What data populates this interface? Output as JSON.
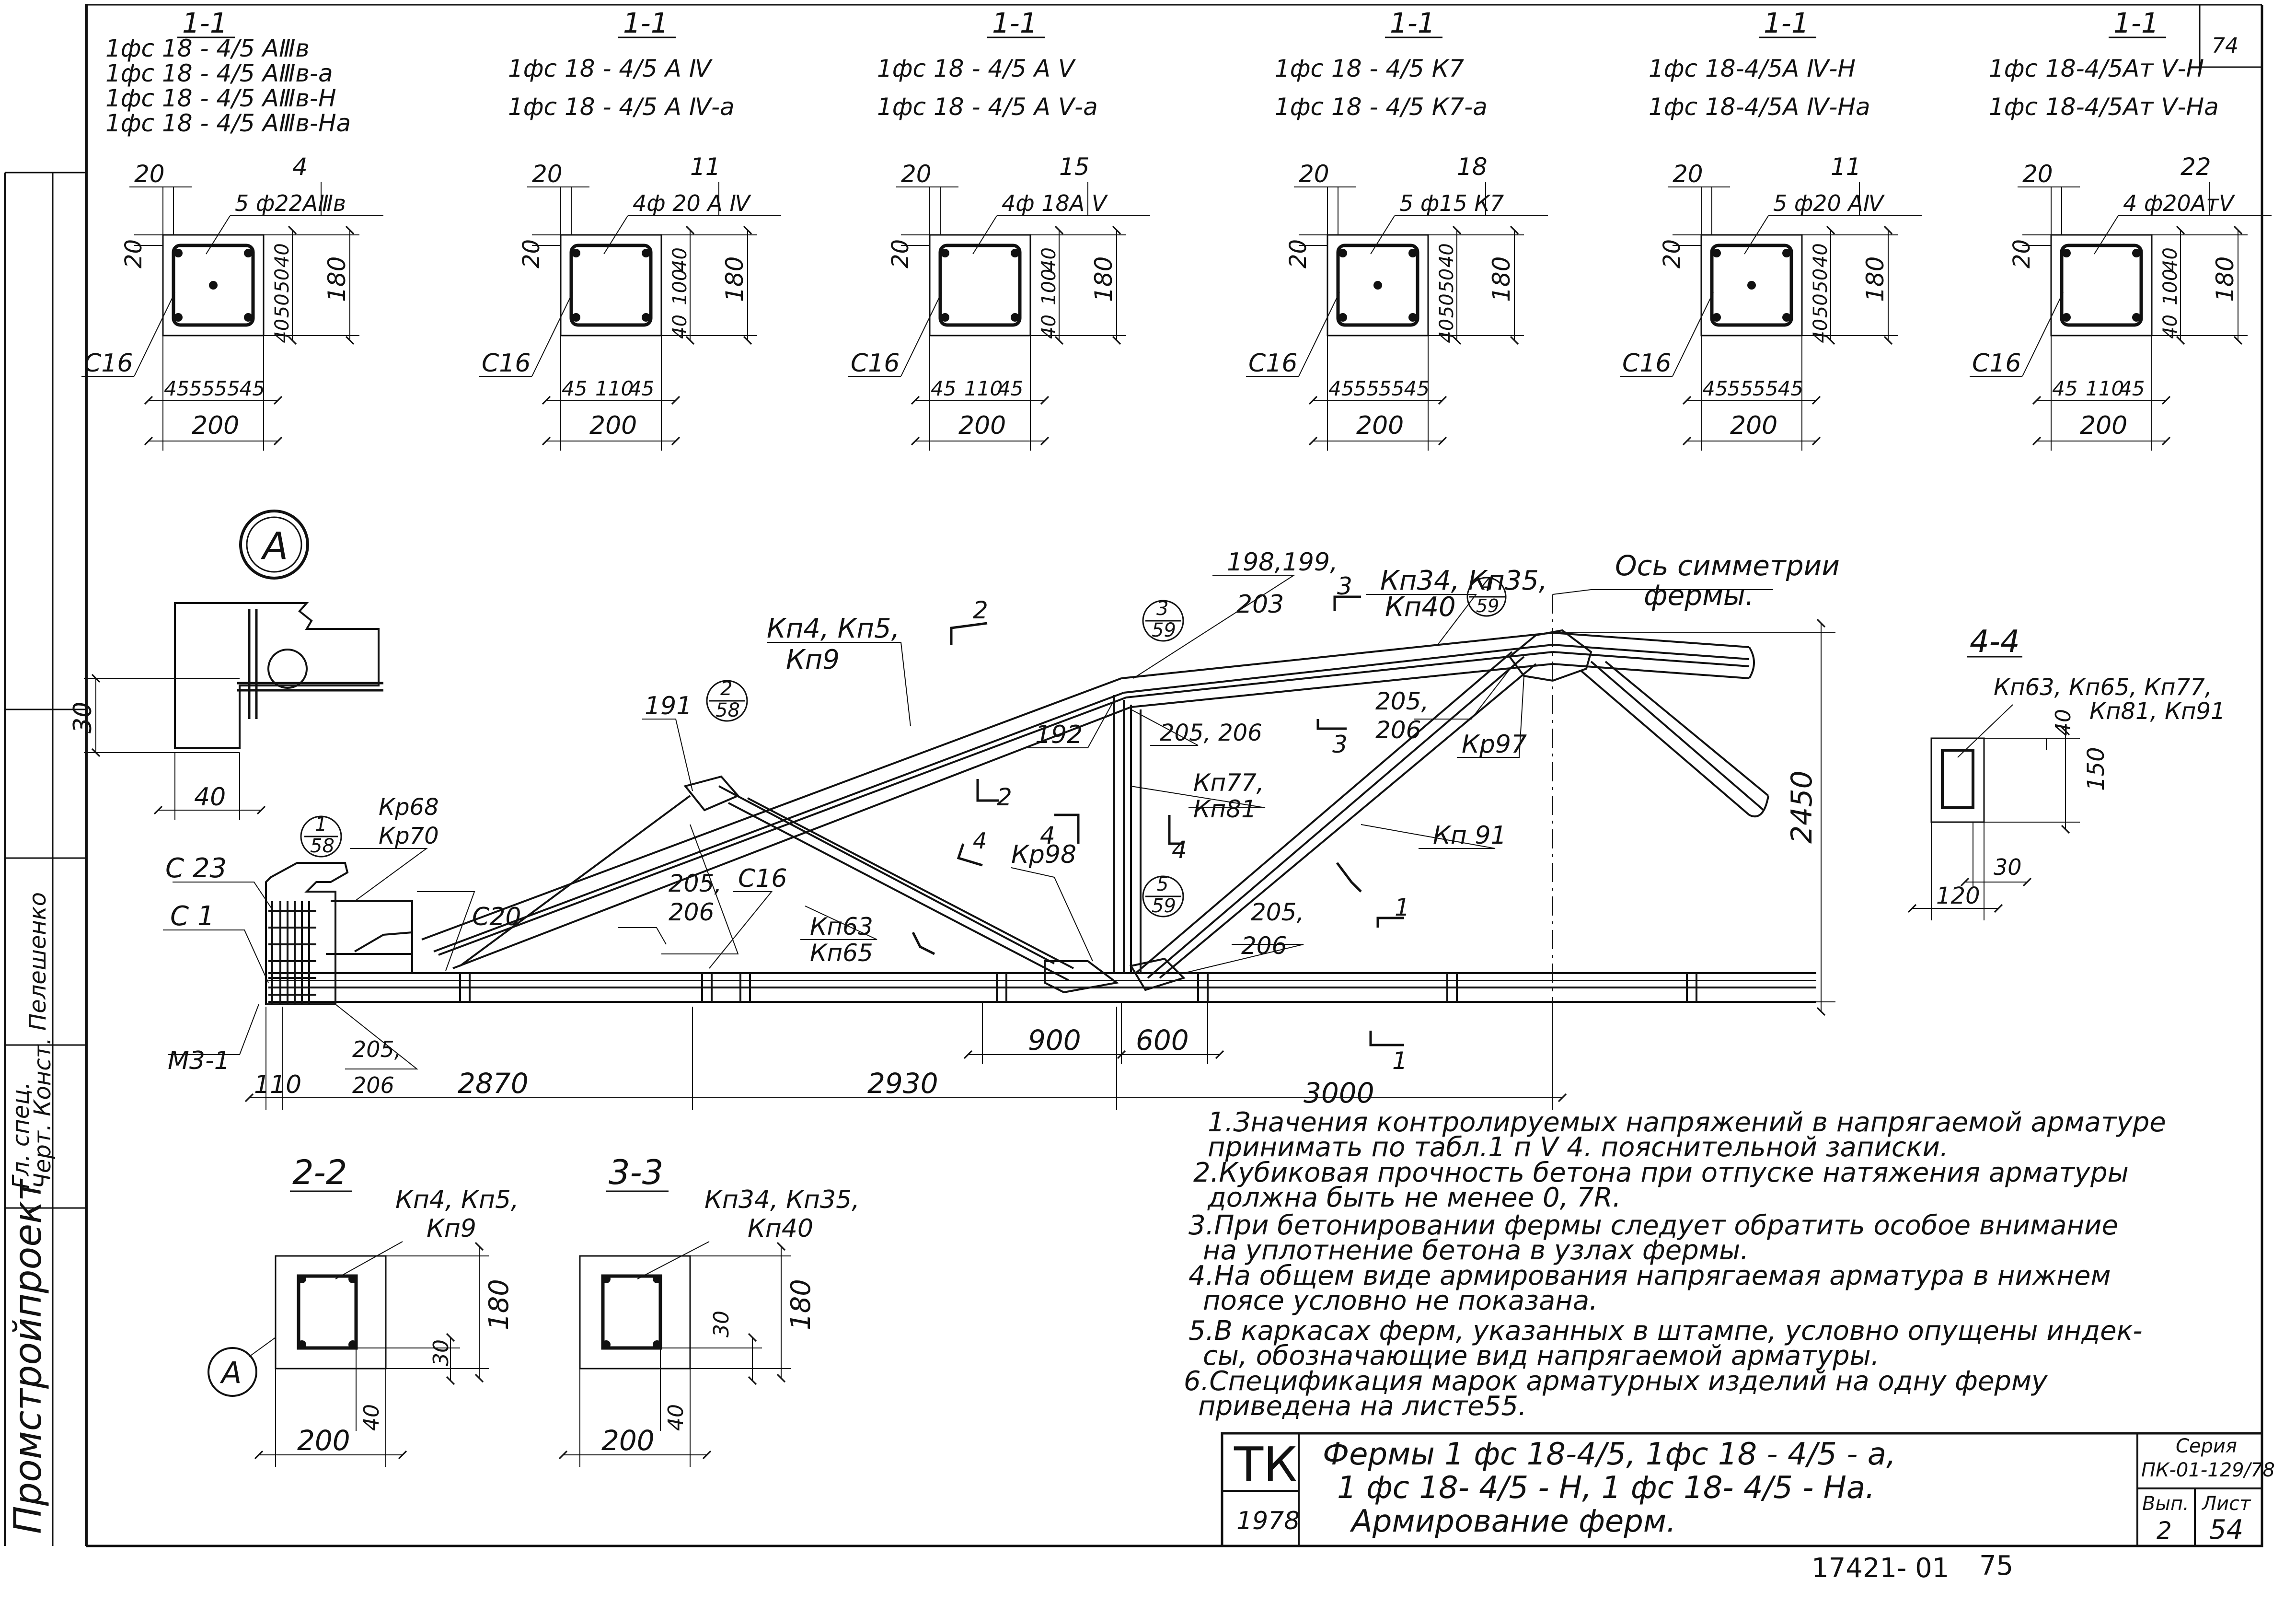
{
  "sheet": {
    "page_corner_number": "74",
    "bottom_reference": "17421- 01",
    "bottom_page": "75",
    "side_organization": "Промстройпроект",
    "side_roles": [
      "Гл. спец.",
      "Черт. Конст.",
      "Пелешенко"
    ]
  },
  "top_sections": [
    {
      "cut": "1-1",
      "marks": [
        "1фс 18 - 4/5 АⅢв",
        "1фс 18 - 4/5 АⅢв-а",
        "1фс 18 - 4/5 АⅢв-Н",
        "1фс 18 - 4/5 АⅢв-На"
      ],
      "top_dim": "20",
      "side_dim": "20",
      "callout_no": "4",
      "bar": "5 ф22АⅢв",
      "v_dims": [
        "40",
        "50",
        "50",
        "40"
      ],
      "height": "180",
      "h_dims": [
        "45",
        "55",
        "55",
        "45"
      ],
      "width": "200",
      "stirrup": "С16"
    },
    {
      "cut": "1-1",
      "marks": [
        "1фс 18 - 4/5 А Ⅳ",
        "1фс 18 - 4/5 А Ⅳ-а"
      ],
      "top_dim": "20",
      "side_dim": "20",
      "callout_no": "11",
      "bar": "4ф 20 А Ⅳ",
      "v_dims": [
        "40",
        "100",
        "40"
      ],
      "height": "180",
      "h_dims": [
        "45",
        "110",
        "45"
      ],
      "width": "200",
      "stirrup": "С16"
    },
    {
      "cut": "1-1",
      "marks": [
        "1фс 18 - 4/5 А Ⅴ",
        "1фс 18 - 4/5 А Ⅴ-а"
      ],
      "top_dim": "20",
      "side_dim": "20",
      "callout_no": "15",
      "bar": "4ф 18А Ⅴ",
      "v_dims": [
        "40",
        "100",
        "40"
      ],
      "height": "180",
      "h_dims": [
        "45",
        "110",
        "45"
      ],
      "width": "200",
      "stirrup": "С16"
    },
    {
      "cut": "1-1",
      "marks": [
        "1фс 18 - 4/5 К7",
        "1фс 18 - 4/5 К7-а"
      ],
      "top_dim": "20",
      "side_dim": "20",
      "callout_no": "18",
      "bar": "5 ф15 К7",
      "v_dims": [
        "40",
        "50",
        "50",
        "40"
      ],
      "height": "180",
      "h_dims": [
        "45",
        "55",
        "55",
        "45"
      ],
      "width": "200",
      "stirrup": "С16"
    },
    {
      "cut": "1-1",
      "marks": [
        "1фс 18-4/5А Ⅳ-Н",
        "1фс 18-4/5А Ⅳ-На"
      ],
      "top_dim": "20",
      "side_dim": "20",
      "callout_no": "11",
      "bar": "5 ф20 АⅣ",
      "v_dims": [
        "40",
        "50",
        "50",
        "40"
      ],
      "height": "180",
      "h_dims": [
        "45",
        "55",
        "55",
        "45"
      ],
      "width": "200",
      "stirrup": "С16"
    },
    {
      "cut": "1-1",
      "marks": [
        "1фс 18-4/5Ат Ⅴ-Н",
        "1фс 18-4/5Ат Ⅴ-На"
      ],
      "top_dim": "20",
      "side_dim": "20",
      "callout_no": "22",
      "bar": "4 ф20АтⅤ",
      "v_dims": [
        "40",
        "100",
        "40"
      ],
      "height": "180",
      "h_dims": [
        "45",
        "110",
        "45"
      ],
      "width": "200",
      "stirrup": "С16"
    }
  ],
  "detail_a": {
    "label": "А",
    "dim_height": "30",
    "dim_width": "40"
  },
  "truss": {
    "labels": {
      "axis_label_1": "Ось симметрии",
      "axis_label_2": "фермы.",
      "top_left_1": "Кп4, Кп5,",
      "top_left_2": "Кп9",
      "top_right_1": "Кп34, Кп35,",
      "top_right_2": "Кп40",
      "node_nums_1": "198,199,",
      "node_nums_2": "203",
      "bubble_a_1": "3",
      "bubble_b_1": "59",
      "bubble_a_2": "4",
      "bubble_b_2": "59",
      "bubble_a_3": "2",
      "bubble_b_3": "58",
      "bubble_a_4": "1",
      "bubble_b_4": "58",
      "bubble_a_5": "5",
      "bubble_b_5": "59",
      "n191": "191",
      "n192": "192",
      "n205_206_a": "205, 206",
      "n205_a": "205,",
      "n206_a": "206",
      "n205_b": "205,",
      "n206_b": "206",
      "n205_c": "205,",
      "n206_c": "206",
      "kr97": "Кр97",
      "kp77_1": "Кп77,",
      "kp77_2": "Кп81",
      "kp91": "Кп 91",
      "kp63_1": "Кп63",
      "kp63_2": "Кп65",
      "kr98": "Кр98",
      "kr68": "Кр68",
      "kr70": "Кр70",
      "c23": "С 23",
      "c1": "С 1",
      "c16": "С16",
      "c20": "С20",
      "m3": "М3-1",
      "cut2": "2",
      "cut3": "3",
      "cut1": "1",
      "cut4": "4"
    },
    "bottom_dims": [
      "110",
      "2870",
      "2930",
      "3000"
    ],
    "inner_dims": [
      "900",
      "600"
    ],
    "height_dim": "2450"
  },
  "section_4_4": {
    "cut": "4-4",
    "marks_1": "Кп63, Кп65, Кп77,",
    "marks_2": "Кп81, Кп91",
    "dim_top": "40",
    "height": "150",
    "dim_side": "30",
    "width": "120"
  },
  "section_2_2": {
    "cut": "2-2",
    "marks_1": "Кп4, Кп5,",
    "marks_2": "Кп9",
    "height": "180",
    "dim_a": "30",
    "dim_b": "40",
    "width": "200",
    "ref": "А"
  },
  "section_3_3": {
    "cut": "3-3",
    "marks_1": "Кп34, Кп35,",
    "marks_2": "Кп40",
    "height": "180",
    "dim_a": "30",
    "dim_b": "40",
    "width": "200"
  },
  "notes": [
    "1.Значения контролируемых напряжений в напрягаемой арматуре",
    "принимать по табл.1 п Ⅴ 4. пояснительной записки.",
    "2.Кубиковая прочность бетона при отпуске натяжения арматуры",
    "должна быть не менее 0, 7R.",
    "3.При бетонировании фермы следует обратить особое внимание",
    "на уплотнение бетона в узлах фермы.",
    "4.На общем виде армирования напрягаемая арматура в нижнем",
    "поясе условно не показана.",
    "5.В каркасах ферм, указанных в штампе, условно опущены индек-",
    "сы, обозначающие вид напрягаемой арматуры.",
    "6.Спецификация марок арматурных изделий на одну ферму",
    "приведена на листе55."
  ],
  "stamp": {
    "logo": "ТК",
    "year": "1978",
    "title_1": "Фермы 1 фс 18-4/5, 1фс 18 - 4/5 - а,",
    "title_2": "1 фс 18- 4/5 - Н, 1 фс 18- 4/5 - На.",
    "title_3": "Армирование ферм.",
    "series_label": "Серия",
    "series": "ПК-01-129/78",
    "issue_label": "Вып.",
    "issue": "2",
    "sheet_label": "Лист",
    "sheet_no": "54"
  }
}
